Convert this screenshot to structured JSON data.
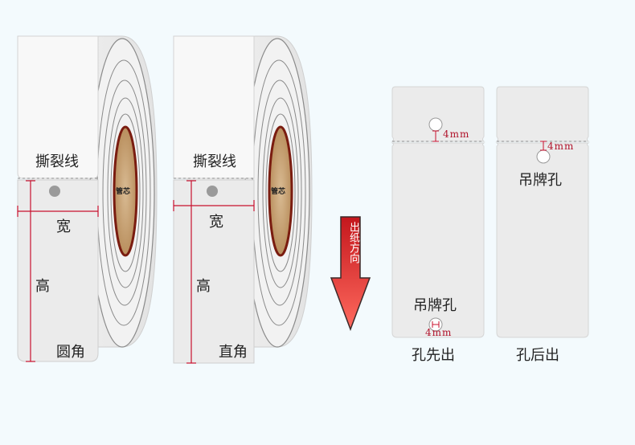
{
  "rolls": [
    {
      "tear_line_label": "撕裂线",
      "core_label": "管芯",
      "width_label": "宽",
      "height_label": "高",
      "corner_label": "圆角"
    },
    {
      "tear_line_label": "撕裂线",
      "core_label": "管芯",
      "width_label": "宽",
      "height_label": "高",
      "corner_label": "直角"
    }
  ],
  "direction_label": "出纸方向",
  "tags": [
    {
      "hole_label": "吊牌孔",
      "dimension_top": "4mm",
      "dimension_bottom": "4mm",
      "caption": "孔先出"
    },
    {
      "hole_label": "吊牌孔",
      "dimension": "4mm",
      "caption": "孔后出"
    }
  ],
  "colors": {
    "background": "#f3fafd",
    "label_face": "#ebebeb",
    "measure_red": "#c8102e",
    "arrow_red": "#e8413d",
    "core_tan": "#c9a57b"
  }
}
